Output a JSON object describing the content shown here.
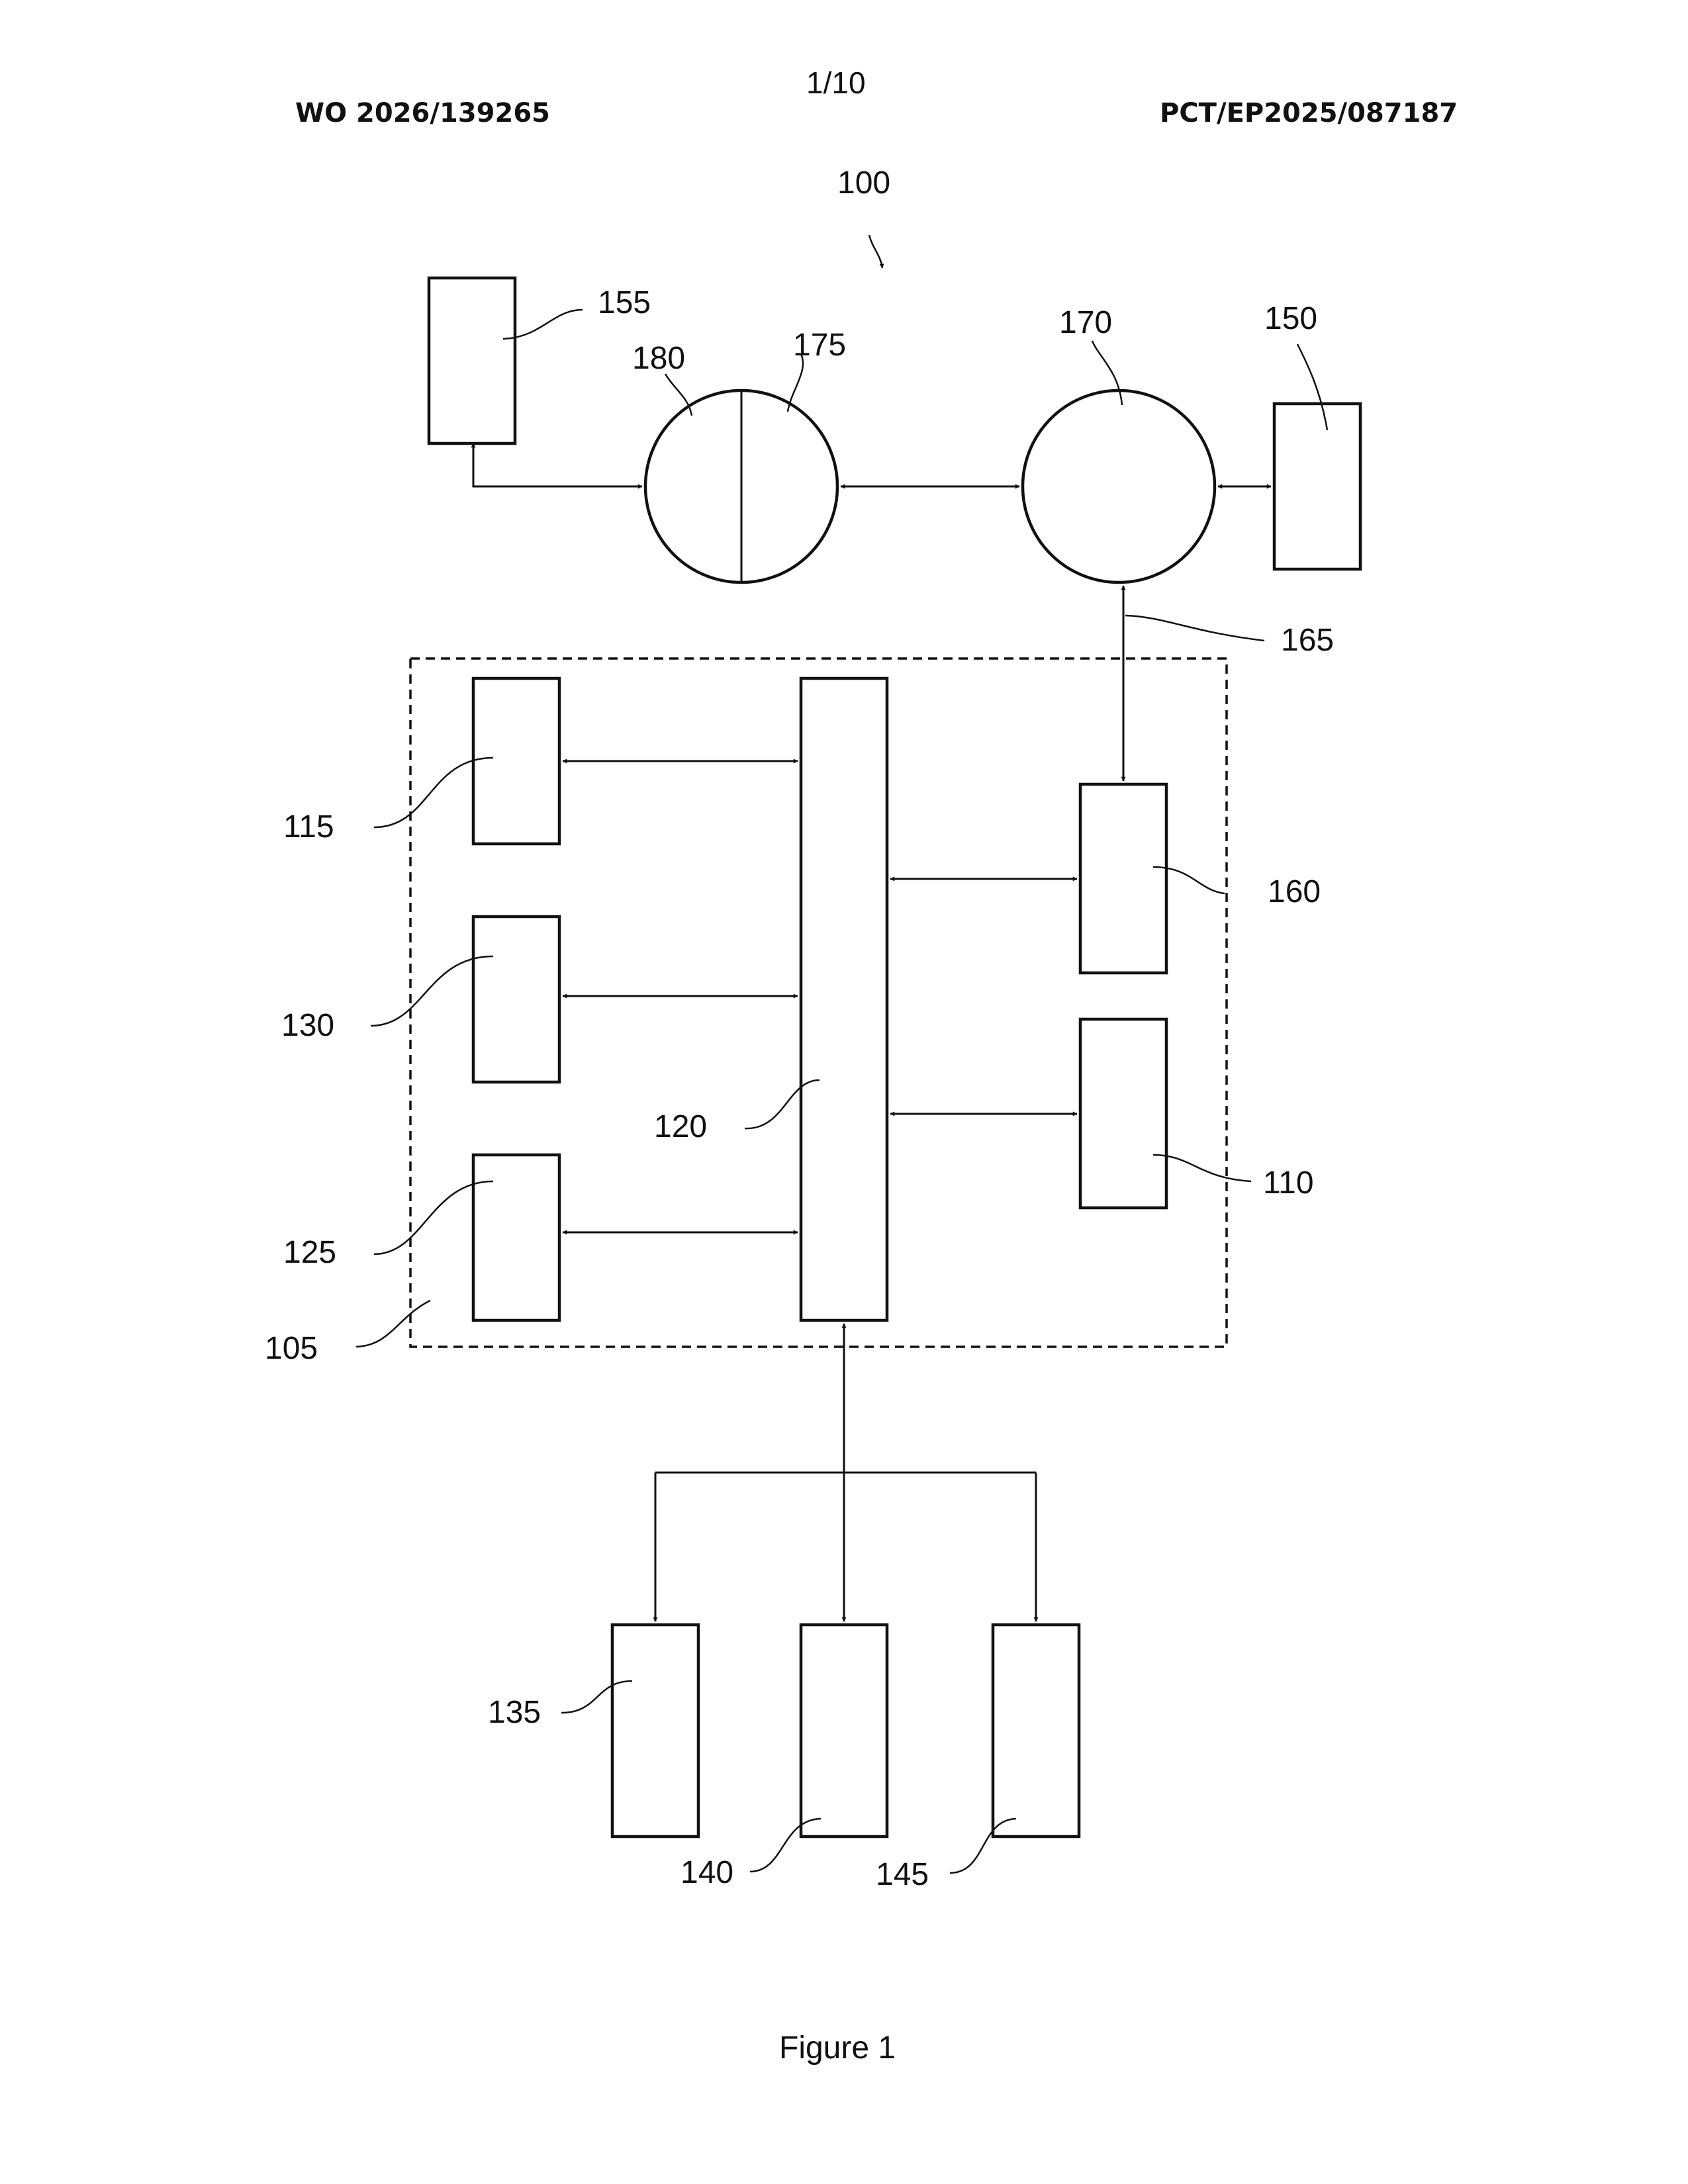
{
  "header": {
    "publication_number": "WO 2026/139265",
    "page_number": "1/10",
    "application_number": "PCT/EP2025/087187"
  },
  "figure": {
    "caption": "Figure 1",
    "reference_numerals": {
      "system": "100",
      "device_boundary": "105",
      "block_110": "110",
      "block_115": "115",
      "bus": "120",
      "block_125": "125",
      "block_130": "130",
      "block_135": "135",
      "block_140": "140",
      "block_145": "145",
      "block_150": "150",
      "block_155": "155",
      "block_160": "160",
      "link_165": "165",
      "network_170": "170",
      "section_175": "175",
      "section_180": "180"
    }
  }
}
